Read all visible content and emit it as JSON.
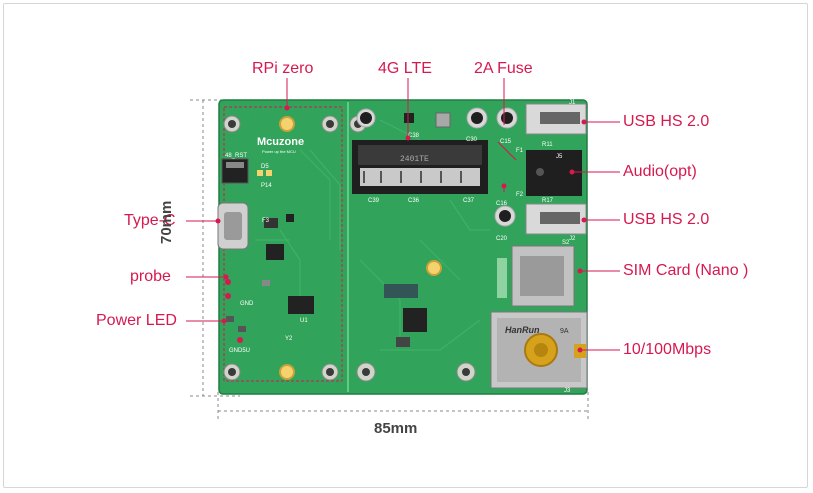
{
  "labels": {
    "rpi_zero": "RPi zero",
    "lte": "4G LTE",
    "fuse": "2A Fuse",
    "usb_hs_1": "USB HS 2.0",
    "audio": "Audio(opt)",
    "usb_hs_2": "USB HS 2.0",
    "sim": "SIM Card (Nano )",
    "ethernet": "10/100Mbps",
    "type_c": "Type-C",
    "probe": "probe",
    "power_led": "Power LED"
  },
  "dimensions": {
    "height": "70mm",
    "width": "85mm"
  },
  "board_silkscreen": {
    "logo": "Mcuzone",
    "logo_sub": "Power up the MCU",
    "rst": "48_RST",
    "p14": "P14",
    "d5": "D5",
    "f3": "F3",
    "u1": "U1",
    "y2": "Y2",
    "gnd": "GND",
    "gnd5u": "GND5U",
    "c39": "C39",
    "c38": "C38",
    "c36": "C36",
    "c37": "C37",
    "c30": "C30",
    "j1": "J1",
    "j5": "J5",
    "j2": "J2",
    "j3": "J3",
    "r11": "R11",
    "r17": "R17",
    "f1": "F1",
    "f2": "F2",
    "c15": "C15",
    "c16": "C16",
    "c20": "C20",
    "s2": "S2",
    "chip_code": "2401TE",
    "jack_brand": "HanRun",
    "jack_sub": "9A"
  },
  "colors": {
    "accent": "#d6194f",
    "board": "#31a35a",
    "board_dark": "#1f7d41"
  }
}
